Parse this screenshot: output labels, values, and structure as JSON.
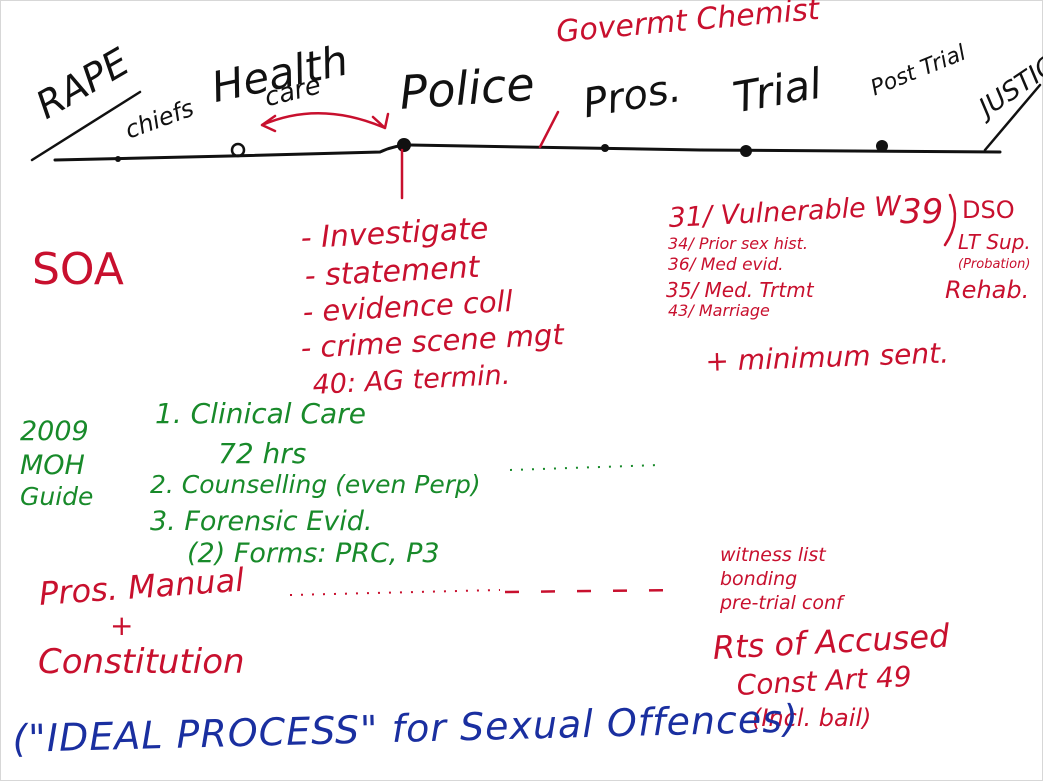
{
  "colors": {
    "black_ink": "#111111",
    "red_ink": "#c8102e",
    "green_ink": "#188a2a"
  },
  "timeline": {
    "start_label": "RAPE",
    "stages": {
      "chiefs": "chiefs",
      "health": "Health",
      "care": "care",
      "police": "Police",
      "pros": "Pros.",
      "trial": "Trial",
      "post_trial": "Post Trial",
      "justice": "JUSTICE"
    },
    "government_chemist": "Govermt Chemist"
  },
  "police_notes": [
    "- Investigate",
    "- statement",
    "- evidence coll",
    "- crime scene mgt",
    "40: AG termin."
  ],
  "soa": "SOA",
  "trial_notes": [
    "31/ Vulnerable W",
    "34/ Prior sex hist.",
    "36/ Med evid.",
    "35/ Med. Trtmt",
    "43/ Marriage"
  ],
  "min_sentence": "+ minimum sent.",
  "post_trial_notes": {
    "num": "39",
    "dso": "DSO",
    "lt_sup": "LT Sup.",
    "probation": "(Probation)",
    "rehab": "Rehab."
  },
  "moh_guide": [
    "2009",
    "MOH",
    "Guide"
  ],
  "moh_items": [
    "1. Clinical Care",
    "72 hrs",
    "2. Counselling (even Perp)",
    "3. Forensic Evid.",
    "(2) Forms: PRC, P3"
  ],
  "pros_manual": "Pros. Manual",
  "plus": "+",
  "constitution": "Constitution",
  "pretrial_notes": [
    "witness list",
    "bonding",
    "pre-trial conf"
  ],
  "accused": [
    "Rts of Accused",
    "Const Art 49",
    "(Incl. bail)"
  ],
  "caption": "(\"IDEAL PROCESS\" for Sexual Offences)"
}
